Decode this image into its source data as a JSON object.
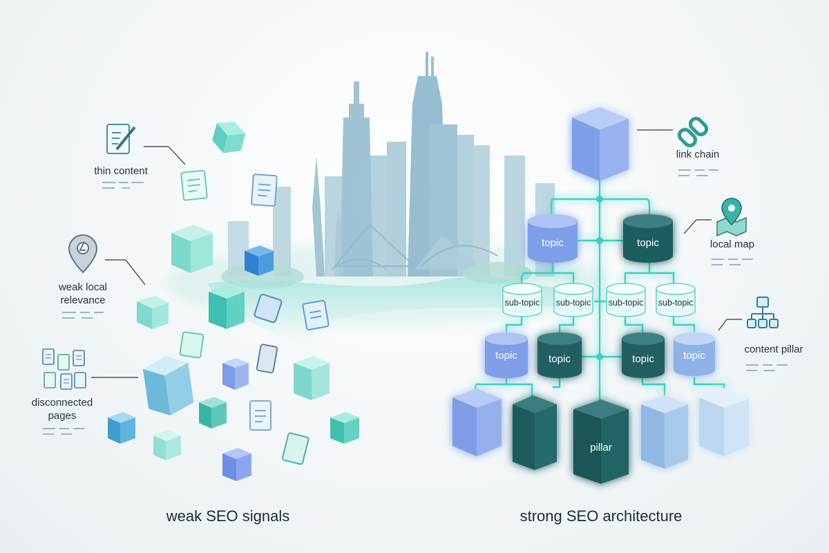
{
  "left": {
    "caption": "weak SEO signals",
    "callouts": {
      "thin_content": "thin content",
      "weak_local": "weak local\nrelevance",
      "disconnected": "disconnected\npages"
    }
  },
  "right": {
    "caption": "strong SEO architecture",
    "callouts": {
      "link_chain": "link chain",
      "local_map": "local map",
      "content_pillar": "content pillar"
    },
    "nodes": {
      "topic": "topic",
      "sub_topic": "sub-topic",
      "pillar": "pillar"
    }
  },
  "colors": {
    "teal": "#49c7bd",
    "blue": "#7fa6ea",
    "dark": "#215f63",
    "line": "#3ccfc3",
    "skyline": "#9fc4d3"
  },
  "icons": [
    "pencil-document-icon",
    "map-pin-icon",
    "documents-icon",
    "link-chain-icon",
    "location-map-icon",
    "hierarchy-icon"
  ]
}
